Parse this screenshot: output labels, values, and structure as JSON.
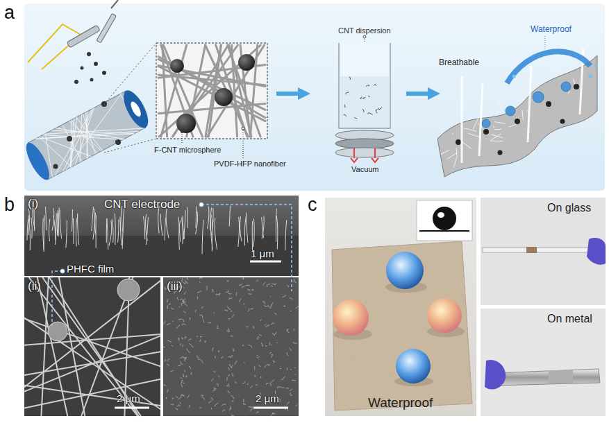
{
  "diagram": {
    "nodes": [
      {
        "text": [
          "(i)",
          "CNT electrode",
          "PHFC film",
          "1 μm"
        ]
      },
      {
        "text": [
          "(ii)",
          "2 μm"
        ]
      },
      {
        "text": [
          "(iii)",
          "2 μm"
        ]
      },
      {
        "text": [
          "Waterproof"
        ]
      },
      {
        "text": [
          "On glass"
        ]
      },
      {
        "text": [
          "On metal"
        ]
      }
    ],
    "labels": [
      "a",
      "b",
      "c",
      "CNT dispersion",
      "Waterproof",
      "Breathable",
      "F-CNT microsphere",
      "PVDF-HFP nanofiber",
      "Vacuum"
    ]
  }
}
